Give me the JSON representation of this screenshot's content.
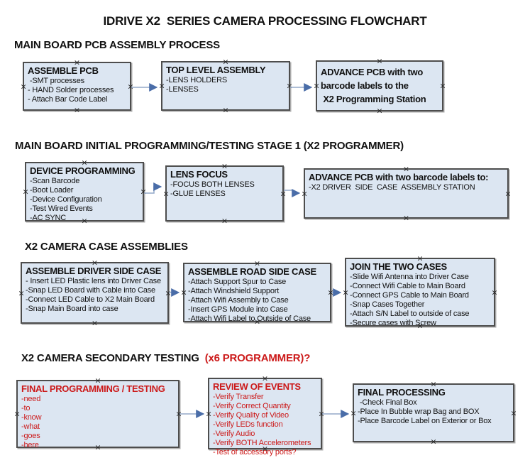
{
  "title": "IDRIVE X2  SERIES CAMERA PROCESSING FLOWCHART",
  "icons": {
    "anchor_glyph": "×"
  },
  "colors": {
    "box_fill": "#dce6f2",
    "box_border": "#4d4d4d",
    "connector_line": "#93a9c9",
    "connector_arrow": "#4a6da8",
    "red_text": "#cc1a1a",
    "text": "#111111",
    "anchor": "#222222"
  },
  "sections": [
    {
      "heading": "MAIN BOARD PCB ASSEMBLY PROCESS",
      "boxes": [
        {
          "title": "ASSEMBLE PCB",
          "items": [
            " -SMT processes",
            "- HAND Solder processes",
            "- Attach Bar Code Label"
          ]
        },
        {
          "title": "TOP LEVEL ASSEMBLY",
          "items": [
            "-LENS HOLDERS",
            "-LENSES"
          ]
        },
        {
          "title": "ADVANCE PCB with two\nbarcode labels to the\n X2 Programming Station",
          "items": []
        }
      ]
    },
    {
      "heading": "MAIN BOARD INITIAL PROGRAMMING/TESTING STAGE 1 (X2 PROGRAMMER)",
      "boxes": [
        {
          "title": "DEVICE PROGRAMMING",
          "items": [
            "-Scan Barcode",
            "-Boot Loader",
            "-Device Configuration",
            "-Test Wired Events",
            "-AC SYNC"
          ]
        },
        {
          "title": "LENS FOCUS",
          "items": [
            "-FOCUS BOTH LENSES",
            "-GLUE LENSES"
          ]
        },
        {
          "title": "ADVANCE PCB with two barcode labels to:",
          "items": [
            "-X2 DRIVER  SIDE  CASE  ASSEMBLY STATION"
          ]
        }
      ]
    },
    {
      "heading": "X2 CAMERA CASE ASSEMBLIES",
      "boxes": [
        {
          "title": "ASSEMBLE DRIVER SIDE CASE",
          "items": [
            "- Insert LED Plastic lens into Driver Case",
            "-Snap LED Board with Cable into Case",
            "-Connect LED Cable to X2 Main Board",
            "-Snap Main Board into case"
          ]
        },
        {
          "title": "ASSEMBLE ROAD SIDE CASE",
          "items": [
            "-Attach Support Spur to Case",
            "-Attach Windshield Support",
            "-Attach Wifi Assembly to Case",
            "-Insert GPS Module into Case",
            "-Attach Wifi Label to Outside of Case"
          ]
        },
        {
          "title": "JOIN THE TWO CASES",
          "items": [
            "-Slide Wifi Antenna into Driver Case",
            "-Connect Wifi Cable to Main Board",
            "-Connect GPS Cable to Main Board",
            "-Snap Cases Together",
            "-Attach S/N Label to outside of case",
            "-Secure cases with Screw"
          ]
        }
      ]
    },
    {
      "heading": "X2 CAMERA SECONDARY TESTING  ",
      "heading_red": "(x6 PROGRAMMER)?",
      "boxes": [
        {
          "title": "FINAL PROGRAMMING / TESTING",
          "text_color": "red",
          "items": [
            "-need",
            "-to",
            "-know",
            "-what",
            "-goes",
            "-here"
          ]
        },
        {
          "title": "REVIEW OF EVENTS",
          "text_color": "red",
          "items": [
            "-Verify Transfer",
            "-Verify Correct Quantity",
            "-Verify Quality of Video",
            "-Verify LEDs function",
            "-Verify Audio",
            "-Verify BOTH Accelerometers",
            "-Test of accessory ports?"
          ]
        },
        {
          "title": "FINAL PROCESSING",
          "text_color": "black",
          "items": [
            " -Check Final Box",
            "-Place In Bubble wrap Bag and BOX",
            "-Place Barcode Label on Exterior or Box"
          ]
        }
      ]
    }
  ]
}
